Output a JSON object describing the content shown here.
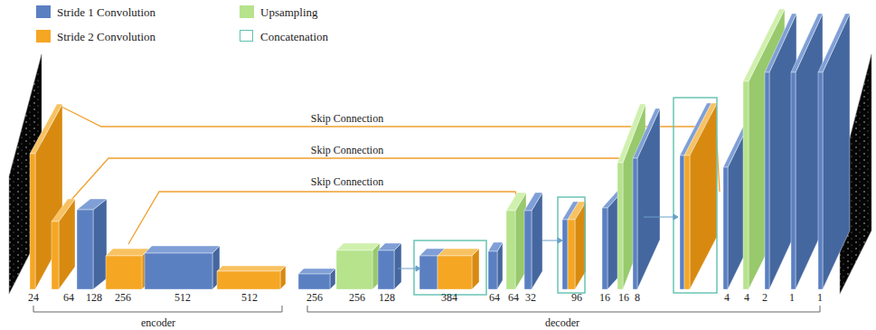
{
  "diagram": {
    "labels": [
      "Skip Connection",
      "Skip Connection",
      "Skip Connection",
      "24",
      "64",
      "128",
      "256",
      "512",
      "512",
      "256",
      "256",
      "128",
      "384",
      "64",
      "64",
      "32",
      "96",
      "16",
      "16",
      "8",
      "4",
      "4",
      "2",
      "1",
      "1",
      "encoder",
      "decoder"
    ],
    "legend": [
      {
        "text": "Stride 1 Convolution",
        "color": "#5b80c2"
      },
      {
        "text": "Stride 2 Convolution",
        "color": "#f5a623"
      },
      {
        "text": "Upsampling",
        "color": "#b6e38c"
      },
      {
        "text": "Concatenation"
      }
    ]
  }
}
